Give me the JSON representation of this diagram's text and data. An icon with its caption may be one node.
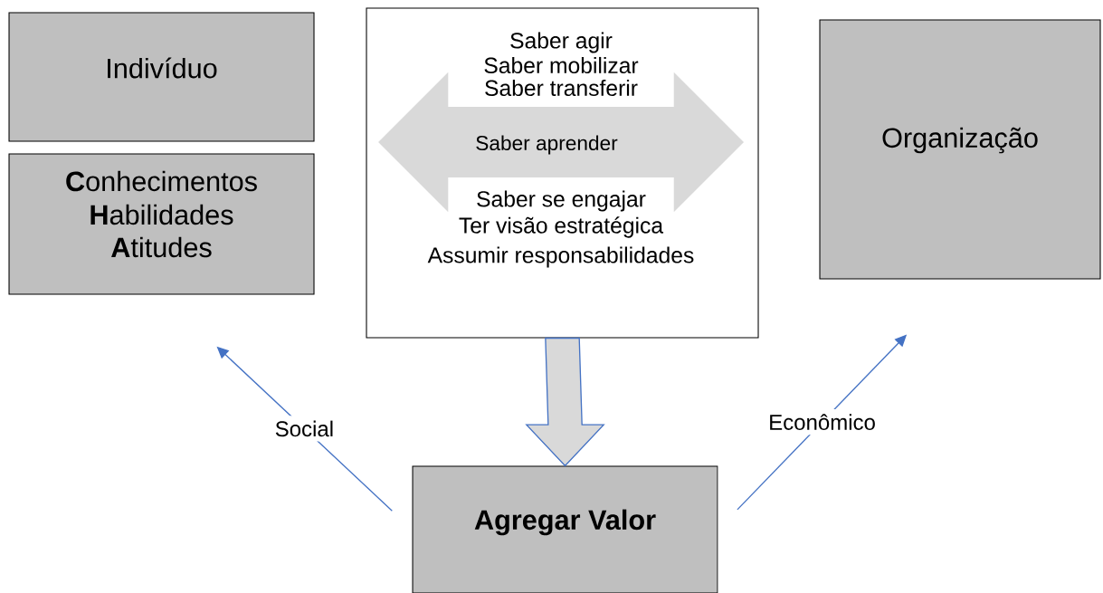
{
  "diagram": {
    "nodes": [
      {
        "text": [
          "Indivíduo"
        ]
      },
      {
        "text": [
          "**C**onhecimentos",
          "**H**abilidades",
          "**A**titudes"
        ]
      },
      {
        "text": [
          "Saber agir",
          "Saber mobilizar",
          "Saber transferir",
          "Saber se engajar",
          "Ter visão estratégica",
          "Assumir responsabilidades"
        ]
      },
      {
        "text": [
          "Saber aprender"
        ],
        "in": 2
      },
      {
        "text": [
          "Organização"
        ]
      },
      {
        "text": [
          "Agregar Valor"
        ]
      }
    ],
    "edges": [
      {
        "from": 2,
        "to": 5,
        "arrow": "to",
        "style": "thick",
        "color": "#4472c4"
      },
      {
        "from": 5,
        "to": 1,
        "arrow": "to",
        "label": "Social",
        "color": "#4472c4"
      },
      {
        "from": 5,
        "to": 4,
        "arrow": "to",
        "label": "Econômico",
        "color": "#4472c4"
      }
    ]
  }
}
